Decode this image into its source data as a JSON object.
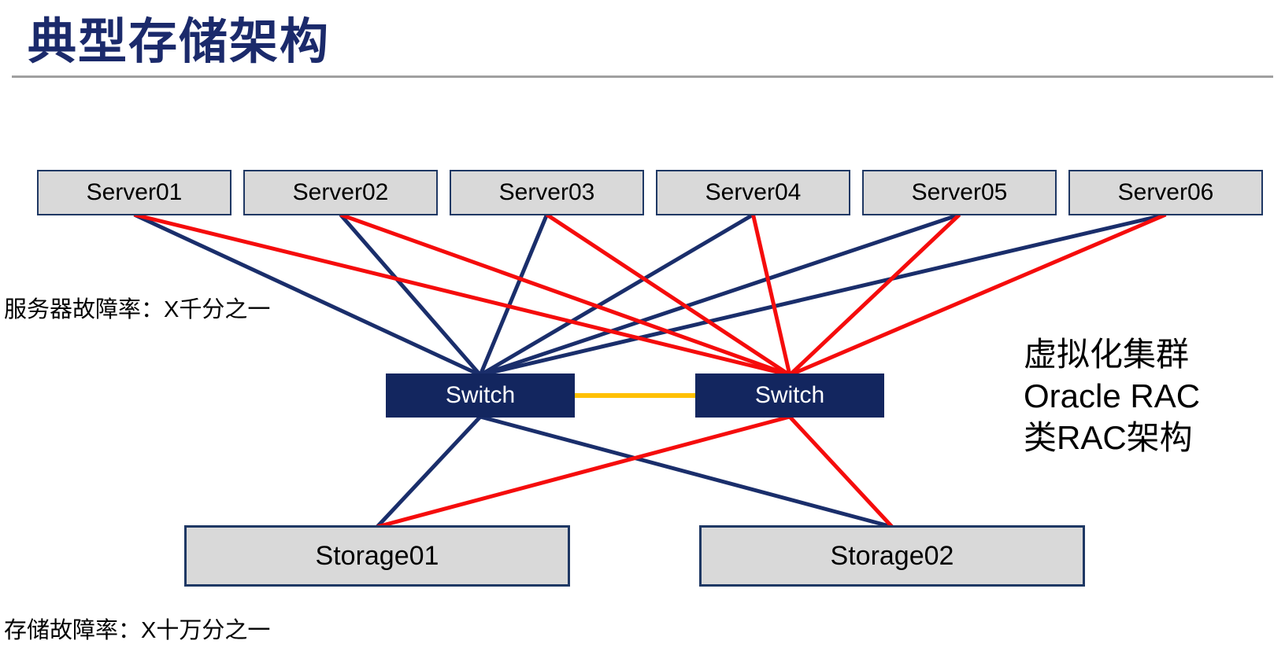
{
  "title": "典型存储架构",
  "labels": {
    "server_failure": "服务器故障率：X千分之一",
    "storage_failure": "存储故障率：X十万分之一",
    "cluster_note": {
      "line1": "虚拟化集群",
      "line2": "Oracle RAC",
      "line3": "类RAC架构"
    }
  },
  "nodes": {
    "servers": [
      {
        "id": "server1",
        "label": "Server01"
      },
      {
        "id": "server2",
        "label": "Server02"
      },
      {
        "id": "server3",
        "label": "Server03"
      },
      {
        "id": "server4",
        "label": "Server04"
      },
      {
        "id": "server5",
        "label": "Server05"
      },
      {
        "id": "server6",
        "label": "Server06"
      }
    ],
    "switches": [
      {
        "id": "switch1",
        "label": "Switch"
      },
      {
        "id": "switch2",
        "label": "Switch"
      }
    ],
    "storages": [
      {
        "id": "storage1",
        "label": "Storage01"
      },
      {
        "id": "storage2",
        "label": "Storage02"
      }
    ]
  },
  "connections": [
    {
      "from": "server1",
      "to": "switch1",
      "color": "navy",
      "w": 5
    },
    {
      "from": "server2",
      "to": "switch1",
      "color": "navy",
      "w": 5
    },
    {
      "from": "server3",
      "to": "switch1",
      "color": "navy",
      "w": 5
    },
    {
      "from": "server4",
      "to": "switch1",
      "color": "navy",
      "w": 5
    },
    {
      "from": "server5",
      "to": "switch1",
      "color": "navy",
      "w": 5
    },
    {
      "from": "server6",
      "to": "switch1",
      "color": "navy",
      "w": 5
    },
    {
      "from": "switch1",
      "to": "storage1",
      "color": "navy",
      "w": 5
    },
    {
      "from": "switch1",
      "to": "storage2",
      "color": "navy",
      "w": 5
    },
    {
      "from": "switch1",
      "to": "switch2",
      "color": "orange",
      "w": 6,
      "type": "horizontal"
    },
    {
      "from": "server1",
      "to": "switch2",
      "color": "red",
      "w": 5
    },
    {
      "from": "server2",
      "to": "switch2",
      "color": "red",
      "w": 5
    },
    {
      "from": "server3",
      "to": "switch2",
      "color": "red",
      "w": 5
    },
    {
      "from": "server4",
      "to": "switch2",
      "color": "red",
      "w": 5
    },
    {
      "from": "server5",
      "to": "switch2",
      "color": "red",
      "w": 5
    },
    {
      "from": "server6",
      "to": "switch2",
      "color": "red",
      "w": 5
    },
    {
      "from": "switch2",
      "to": "storage1",
      "color": "red",
      "w": 5
    },
    {
      "from": "switch2",
      "to": "storage2",
      "color": "red",
      "w": 5
    }
  ],
  "colors": {
    "navy": "#1A2E6B",
    "red": "#F50C0C",
    "orange": "#FFC000",
    "title": "#1B2A6B",
    "box_fill": "#D9D9D9",
    "box_border": "#1F3864",
    "switch_fill": "#13265F",
    "rule": "#A0A0A0"
  }
}
